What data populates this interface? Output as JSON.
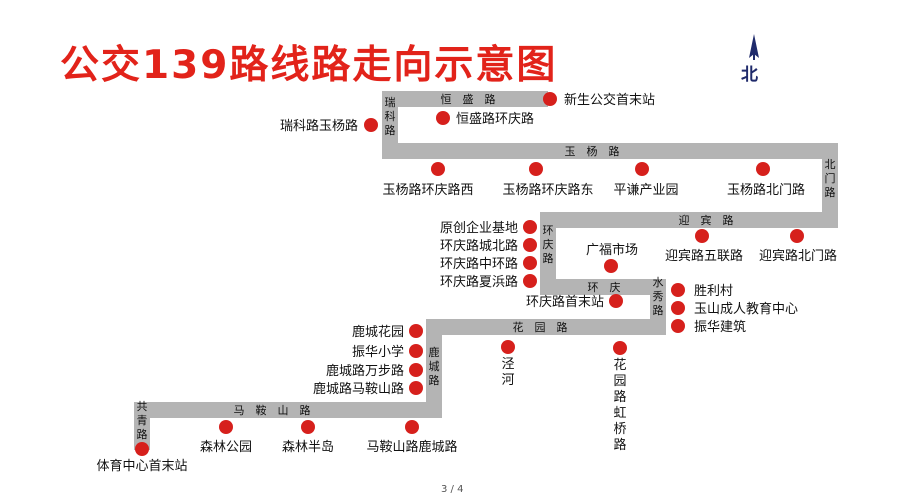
{
  "title": "公交139路线路走向示意图",
  "compass": {
    "label": "北",
    "icon": "north-arrow-icon"
  },
  "colors": {
    "title": "#e2231a",
    "route": "#b4b4b4",
    "stop": "#d6201c",
    "compass": "#1f2a6b"
  },
  "roads": [
    {
      "id": "hengsheng-lu",
      "label": "恒 盛 路"
    },
    {
      "id": "ruike-lu",
      "label": "瑞科路"
    },
    {
      "id": "yuyang-lu",
      "label": "玉 杨 路"
    },
    {
      "id": "beimen-lu",
      "label": "北门路"
    },
    {
      "id": "yingbin-lu",
      "label": "迎 宾 路"
    },
    {
      "id": "huanqing-lu-v",
      "label": "环庆路"
    },
    {
      "id": "huanqing-lu-h",
      "label": "环 庆"
    },
    {
      "id": "shuixiu-lu",
      "label": "水秀路"
    },
    {
      "id": "huayuan-lu",
      "label": "花 园 路"
    },
    {
      "id": "lucheng-lu",
      "label": "鹿城路"
    },
    {
      "id": "maanshan-lu",
      "label": "马 鞍 山 路"
    },
    {
      "id": "gongqing-lu",
      "label": "共青路"
    }
  ],
  "stops": [
    {
      "id": "xinsheng-terminal",
      "label": "新生公交首末站"
    },
    {
      "id": "hengsheng-huanqing",
      "label": "恒盛路环庆路"
    },
    {
      "id": "ruike-yuyang",
      "label": "瑞科路玉杨路"
    },
    {
      "id": "yuyang-huanqing-west",
      "label": "玉杨路环庆路西"
    },
    {
      "id": "yuyang-huanqing-east",
      "label": "玉杨路环庆路东"
    },
    {
      "id": "pinglian-park",
      "label": "平谦产业园"
    },
    {
      "id": "yuyang-beimen",
      "label": "玉杨路北门路"
    },
    {
      "id": "yingbin-wulian",
      "label": "迎宾路五联路"
    },
    {
      "id": "yingbin-beimen",
      "label": "迎宾路北门路"
    },
    {
      "id": "yuanchuang-base",
      "label": "原创企业基地"
    },
    {
      "id": "huanqing-chengbei",
      "label": "环庆路城北路"
    },
    {
      "id": "huanqing-zhonghuan",
      "label": "环庆路中环路"
    },
    {
      "id": "huanqing-xiabin",
      "label": "环庆路夏浜路"
    },
    {
      "id": "guangfu-market",
      "label": "广福市场"
    },
    {
      "id": "huanqing-terminal",
      "label": "环庆路首末站"
    },
    {
      "id": "shengli-village",
      "label": "胜利村"
    },
    {
      "id": "yushan-adult-edu",
      "label": "玉山成人教育中心"
    },
    {
      "id": "zhenhua-building",
      "label": "振华建筑"
    },
    {
      "id": "lucheng-garden",
      "label": "鹿城花园"
    },
    {
      "id": "zhenhua-primary",
      "label": "振华小学"
    },
    {
      "id": "lucheng-wanbu",
      "label": "鹿城路万步路"
    },
    {
      "id": "lucheng-maanshan",
      "label": "鹿城路马鞍山路"
    },
    {
      "id": "jinghe",
      "label": "泾河"
    },
    {
      "id": "huayuan-hongqiao",
      "label": "花园路虹桥路"
    },
    {
      "id": "tiyu-terminal",
      "label": "体育中心首末站"
    },
    {
      "id": "senlin-park",
      "label": "森林公园"
    },
    {
      "id": "senlin-peninsula",
      "label": "森林半岛"
    },
    {
      "id": "maanshan-lucheng",
      "label": "马鞍山路鹿城路"
    }
  ],
  "page_number": "3 / 4"
}
